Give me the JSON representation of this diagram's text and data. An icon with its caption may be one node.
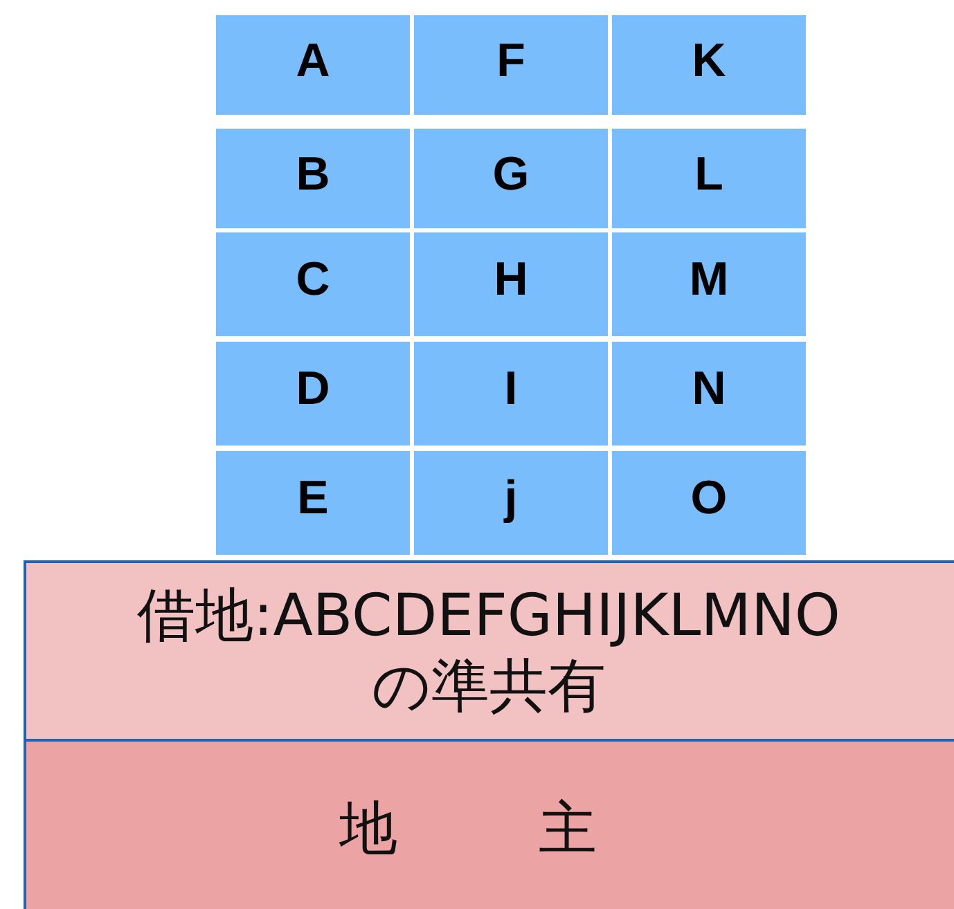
{
  "diagram": {
    "nodes": [
      {
        "text": [
          "A"
        ]
      },
      {
        "text": [
          "F"
        ]
      },
      {
        "text": [
          "K"
        ]
      },
      {
        "text": [
          "B"
        ]
      },
      {
        "text": [
          "G"
        ]
      },
      {
        "text": [
          "L"
        ]
      },
      {
        "text": [
          "C"
        ]
      },
      {
        "text": [
          "H"
        ]
      },
      {
        "text": [
          "M"
        ]
      },
      {
        "text": [
          "D"
        ]
      },
      {
        "text": [
          "I"
        ]
      },
      {
        "text": [
          "N"
        ]
      },
      {
        "text": [
          "E"
        ]
      },
      {
        "text": [
          "j"
        ]
      },
      {
        "text": [
          "O"
        ]
      },
      {
        "text": [
          "借地:ABCDEFGHIJKLMNOの準共有"
        ]
      },
      {
        "text": [
          "地　主"
        ]
      }
    ]
  }
}
